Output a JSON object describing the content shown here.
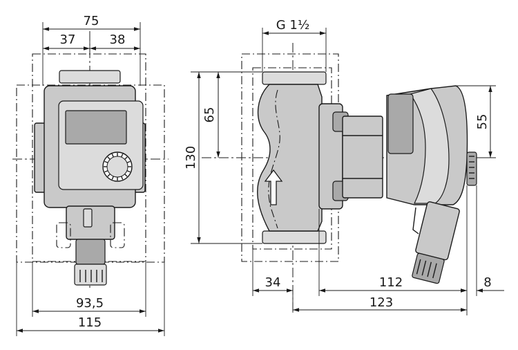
{
  "front_view": {
    "dimensions": {
      "width_top": "75",
      "half_left": "37",
      "half_right": "38",
      "base_width": "93,5",
      "overall_width": "115"
    }
  },
  "side_view": {
    "dimensions": {
      "thread": "G 1½",
      "flange_height": "130",
      "half_height": "65",
      "motor_axis_height": "55",
      "inlet_depth": "34",
      "motor_length": "112",
      "overall_length": "123",
      "cap_offset": "8"
    }
  },
  "colors": {
    "line": "#1a1a1a",
    "fill": "#c9c9c9"
  }
}
